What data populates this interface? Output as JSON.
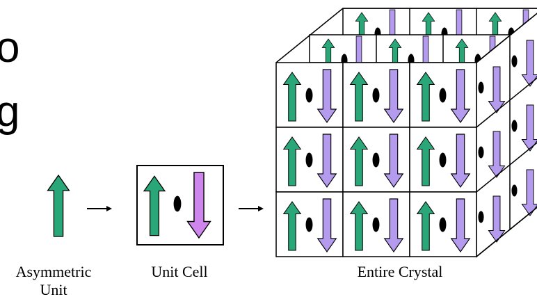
{
  "fragments": [
    "o",
    "g"
  ],
  "captions": {
    "asymmetric": "Asymmetric Unit",
    "unit_cell": "Unit Cell",
    "crystal": "Entire Crystal"
  },
  "colors": {
    "up_arrow": "#2aa779",
    "down_arrow": "#b49bee",
    "dark_down_arrow": "#cf86ec",
    "symmetry_mark": "#000000",
    "grid_line": "#000000"
  },
  "icons": {
    "up": "up-arrow-icon",
    "down": "down-arrow-icon",
    "symmetry": "twofold-axis-icon",
    "flow": "right-arrow-icon"
  },
  "crystal_layout": {
    "rows": 3,
    "columns": 3,
    "depth_layers": 3
  }
}
